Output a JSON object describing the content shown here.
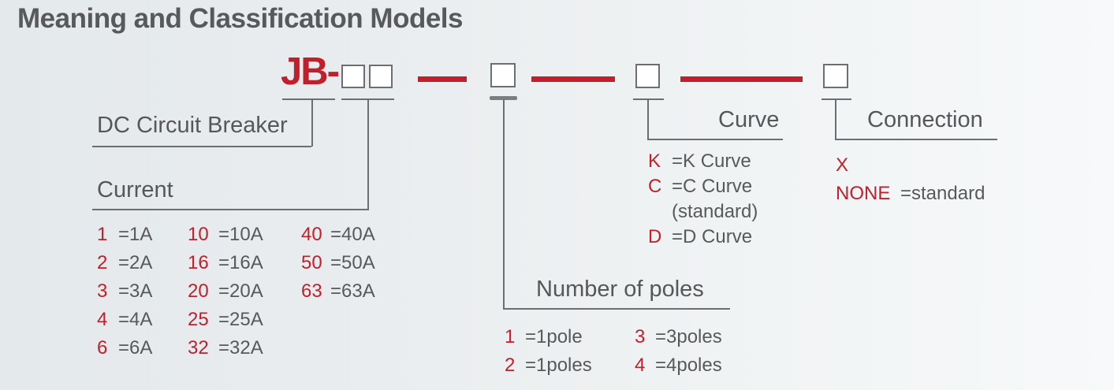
{
  "title": "Meaning and Classification Models",
  "colors": {
    "accent_red": "#c1202b",
    "text_gray": "#58595b",
    "line_gray": "#6d6e71"
  },
  "model": {
    "prefix": "JB-"
  },
  "sections": {
    "dc_breaker": {
      "label": "DC Circuit Breaker"
    },
    "current": {
      "label": "Current",
      "col1": [
        {
          "code": "1",
          "value": "=1A"
        },
        {
          "code": "2",
          "value": "=2A"
        },
        {
          "code": "3",
          "value": "=3A"
        },
        {
          "code": "4",
          "value": "=4A"
        },
        {
          "code": "6",
          "value": "=6A"
        }
      ],
      "col2": [
        {
          "code": "10",
          "value": "=10A"
        },
        {
          "code": "16",
          "value": "=16A"
        },
        {
          "code": "20",
          "value": "=20A"
        },
        {
          "code": "25",
          "value": "=25A"
        },
        {
          "code": "32",
          "value": "=32A"
        }
      ],
      "col3": [
        {
          "code": "40",
          "value": "=40A"
        },
        {
          "code": "50",
          "value": "=50A"
        },
        {
          "code": "63",
          "value": "=63A"
        }
      ]
    },
    "poles": {
      "label": "Number of poles",
      "col1": [
        {
          "code": "1",
          "value": "=1pole"
        },
        {
          "code": "2",
          "value": "=1poles"
        }
      ],
      "col2": [
        {
          "code": "3",
          "value": "=3poles"
        },
        {
          "code": "4",
          "value": "=4poles"
        }
      ]
    },
    "curve": {
      "label": "Curve",
      "items": [
        {
          "code": "K",
          "value": "=K Curve"
        },
        {
          "code": "C",
          "value": "=C Curve"
        },
        {
          "code": "",
          "value": "(standard)"
        },
        {
          "code": "D",
          "value": "=D Curve"
        }
      ]
    },
    "connection": {
      "label": "Connection",
      "items": [
        {
          "code": "X",
          "value": ""
        },
        {
          "code": "NONE",
          "value": "=standard"
        }
      ]
    }
  }
}
